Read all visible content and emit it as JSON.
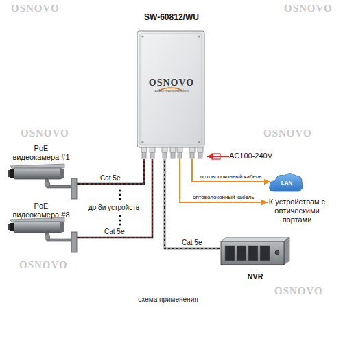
{
  "diagram": {
    "title": "SW-60812/WU",
    "caption": "схема применения",
    "nodes": [
      {
        "text": [
          "OSNOVO",
          "cable transmission"
        ]
      },
      {
        "text": [
          "PoE видеокамера #1"
        ]
      },
      {
        "text": [
          "PoE видеокамера #8"
        ]
      },
      {
        "text": [
          "AC100-240V"
        ]
      },
      {
        "text": [
          "LAN"
        ]
      },
      {
        "text": [
          "К устройствам с оптическими портами"
        ]
      },
      {
        "text": [
          "NVR"
        ]
      }
    ],
    "edges": [
      {
        "from": 0,
        "to": 1,
        "arrow": "none",
        "label": "Cat 5e"
      },
      {
        "from": 0,
        "to": 2,
        "arrow": "none",
        "label": "Cat 5e"
      },
      {
        "from": 3,
        "to": 0,
        "arrow": "to"
      },
      {
        "from": 0,
        "to": 4,
        "arrow": "to",
        "label": "оптоволоконный кабель"
      },
      {
        "from": 0,
        "to": 5,
        "arrow": "to",
        "label": "оптоволоконный кабель"
      },
      {
        "from": 0,
        "to": 6,
        "arrow": "none",
        "label": "Cat 5e"
      }
    ],
    "labels": [
      "до 8и устройств",
      "OSNOVO",
      "OSNOVO",
      "OSNOVO",
      "OSNOVO",
      "OSNOVO",
      "OSNOVO"
    ]
  }
}
